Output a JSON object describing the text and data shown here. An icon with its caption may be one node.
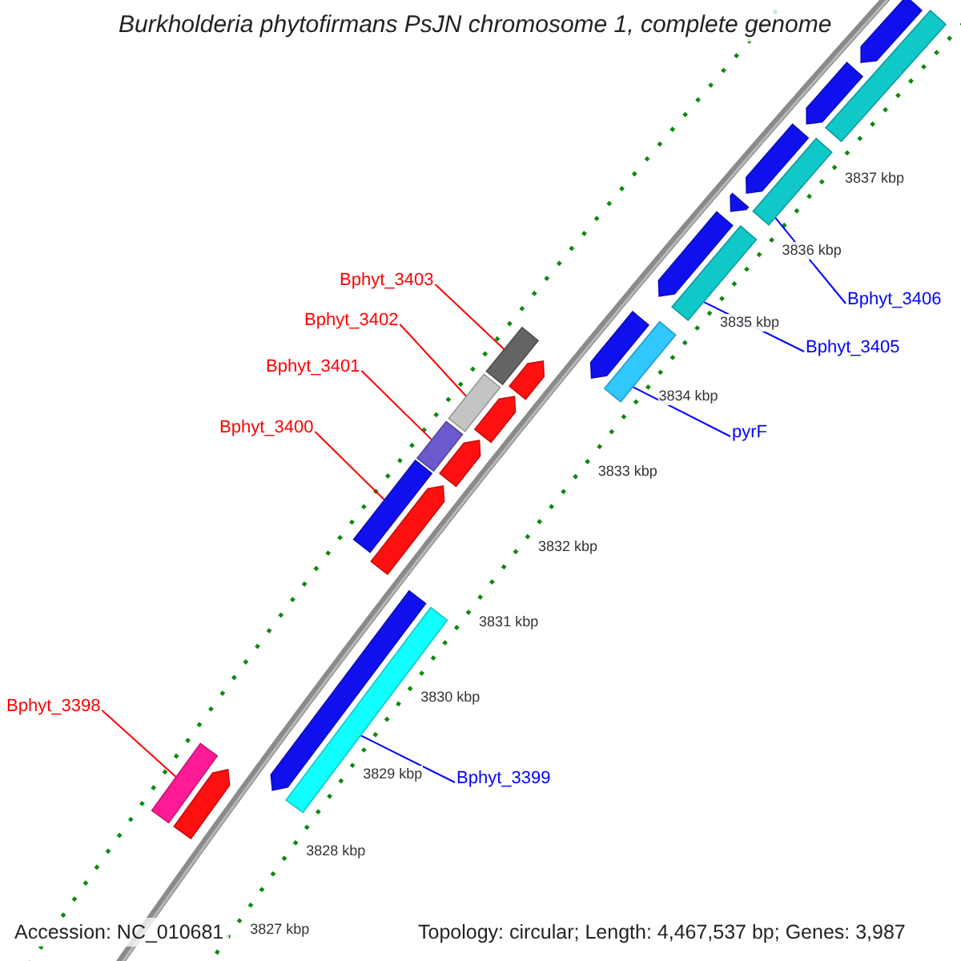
{
  "diagram": {
    "title": "Burkholderia phytofirmans PsJN chromosome 1, complete genome",
    "nodes": [
      {
        "text": [
          "Bphyt_3403"
        ]
      },
      {
        "text": [
          "Bphyt_3406"
        ]
      },
      {
        "text": [
          "Bphyt_3402"
        ]
      },
      {
        "text": [
          "Bphyt_3405"
        ]
      },
      {
        "text": [
          "Bphyt_3401"
        ]
      },
      {
        "text": [
          "Bphyt_3400"
        ]
      },
      {
        "text": [
          "pyrF"
        ]
      },
      {
        "text": [
          "Bphyt_3398"
        ]
      },
      {
        "text": [
          "Bphyt_3399"
        ]
      },
      {
        "text": [],
        "shape": "arrow"
      },
      {
        "text": [],
        "shape": "bar"
      },
      {
        "text": [],
        "shape": "arrow"
      },
      {
        "text": [],
        "shape": "bar"
      },
      {
        "text": [],
        "shape": "arrow"
      },
      {
        "text": [],
        "shape": "arrow"
      },
      {
        "text": [],
        "shape": "arrow"
      },
      {
        "text": [],
        "shape": "bar"
      },
      {
        "text": [],
        "shape": "arrow"
      },
      {
        "text": [],
        "shape": "bar"
      },
      {
        "text": [],
        "shape": "bar"
      },
      {
        "text": [],
        "shape": "arrow"
      },
      {
        "text": [],
        "shape": "bar"
      },
      {
        "text": [],
        "shape": "arrow"
      },
      {
        "text": [],
        "shape": "bar"
      },
      {
        "text": [],
        "shape": "arrow"
      },
      {
        "text": [],
        "shape": "bar"
      },
      {
        "text": [],
        "shape": "arrow"
      },
      {
        "text": [],
        "shape": "arrow"
      },
      {
        "text": [],
        "shape": "bar"
      },
      {
        "text": [],
        "shape": "bar"
      },
      {
        "text": [],
        "shape": "arrow"
      }
    ],
    "edges": [
      {
        "from": 0,
        "to": 19,
        "arrow": "none"
      },
      {
        "from": 1,
        "to": 12,
        "arrow": "none",
        "color": "#0000ff"
      },
      {
        "from": 2,
        "to": 21,
        "arrow": "none"
      },
      {
        "from": 3,
        "to": 16,
        "arrow": "none",
        "color": "#0000ff"
      },
      {
        "from": 4,
        "to": 23,
        "arrow": "none"
      },
      {
        "from": 5,
        "to": 25,
        "arrow": "none"
      },
      {
        "from": 6,
        "to": 18,
        "arrow": "none",
        "color": "#0000ff"
      },
      {
        "from": 7,
        "to": 29,
        "arrow": "none"
      },
      {
        "from": 8,
        "to": 28,
        "arrow": "none",
        "color": "#0000ff"
      }
    ],
    "labels": [
      "3837 kbp",
      "3836 kbp",
      "3835 kbp",
      "3834 kbp",
      "3833 kbp",
      "3832 kbp",
      "3831 kbp",
      "3830 kbp",
      "3829 kbp",
      "3828 kbp",
      "3827 kbp",
      "Accession: NC_010681",
      "Topology: circular; Length: 4,467,537 bp; Genes: 3,987"
    ]
  }
}
